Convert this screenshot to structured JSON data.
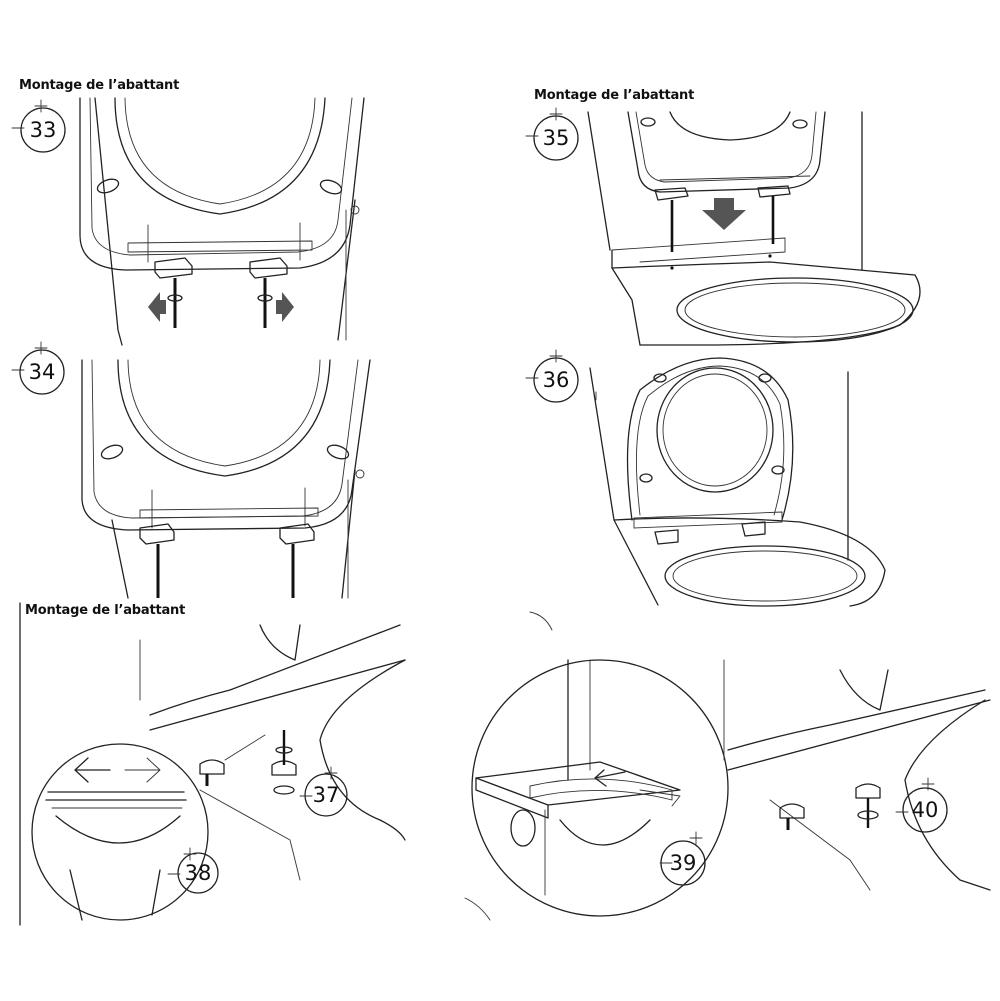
{
  "sections": [
    {
      "title": "Montage de l’abattant"
    },
    {
      "title": "Montage de l’abattant"
    },
    {
      "title": "Montage de l’abattant"
    }
  ],
  "steps": [
    {
      "number": "33"
    },
    {
      "number": "34"
    },
    {
      "number": "35"
    },
    {
      "number": "36"
    },
    {
      "number": "37"
    },
    {
      "number": "38"
    },
    {
      "number": "39"
    },
    {
      "number": "40"
    }
  ],
  "colors": {
    "line": "#222222",
    "arrow_fill": "#555555",
    "background": "#ffffff"
  }
}
